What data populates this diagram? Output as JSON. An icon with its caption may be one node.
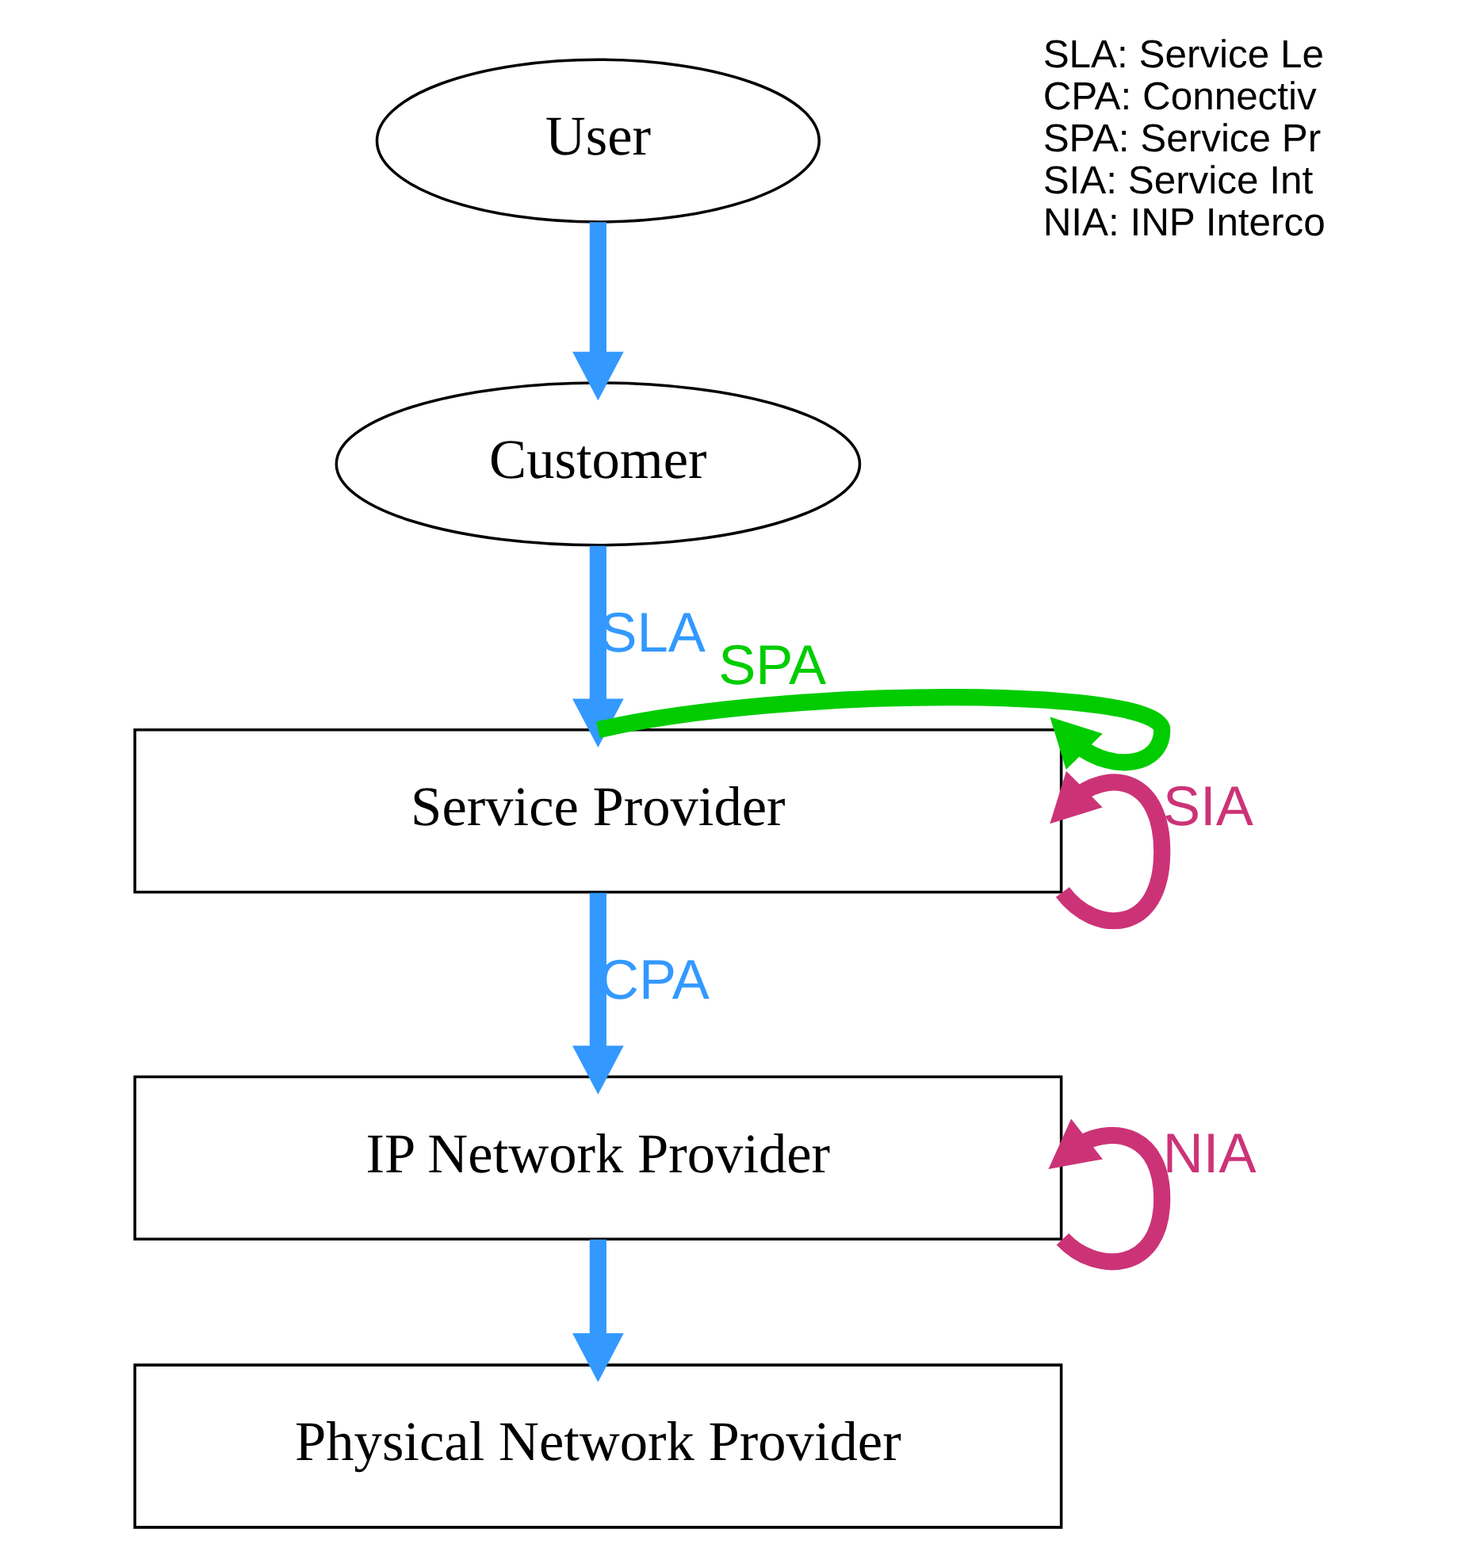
{
  "diagram": {
    "nodes": [
      {
        "text": [
          "User"
        ]
      },
      {
        "text": [
          "Customer"
        ]
      },
      {
        "text": [
          "Service Provider"
        ]
      },
      {
        "text": [
          "IP Network Provider"
        ]
      },
      {
        "text": [
          "Physical Network Provider"
        ]
      }
    ],
    "edges": [
      {
        "from": 0,
        "to": 1,
        "arrow": "to"
      },
      {
        "from": 1,
        "to": 2,
        "arrow": "to",
        "label": "SLA"
      },
      {
        "from": 2,
        "to": 2,
        "arrow": "to",
        "label": "SPA",
        "color": "#00cc00"
      },
      {
        "from": 2,
        "to": 2,
        "arrow": "to",
        "label": "SIA",
        "color": "#cc3377"
      },
      {
        "from": 2,
        "to": 3,
        "arrow": "to",
        "label": "CPA"
      },
      {
        "from": 3,
        "to": 3,
        "arrow": "to",
        "label": "NIA",
        "color": "#cc3377"
      },
      {
        "from": 3,
        "to": 4,
        "arrow": "to"
      }
    ],
    "labels": [
      "SLA: Service Le",
      "CPA: Connectiv",
      "SPA: Service Pr",
      "SIA: Service Int",
      "NIA: INP Interco"
    ]
  }
}
